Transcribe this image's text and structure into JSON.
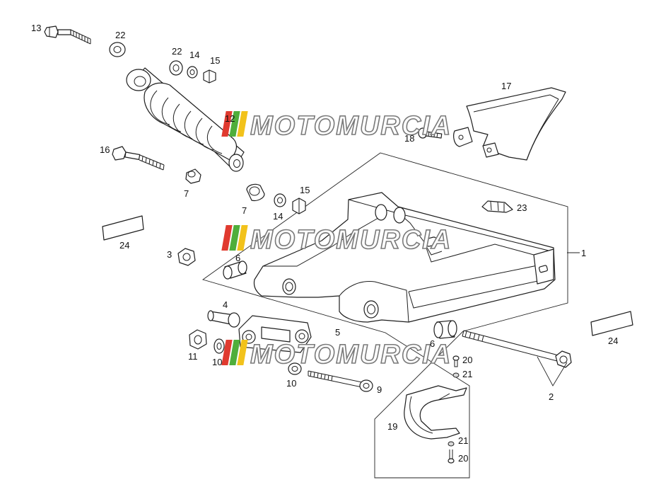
{
  "callouts": [
    {
      "id": "13",
      "text": "13"
    },
    {
      "id": "22a",
      "text": "22"
    },
    {
      "id": "22b",
      "text": "22"
    },
    {
      "id": "14a",
      "text": "14"
    },
    {
      "id": "15a",
      "text": "15"
    },
    {
      "id": "17",
      "text": "17"
    },
    {
      "id": "12",
      "text": "12"
    },
    {
      "id": "18",
      "text": "18"
    },
    {
      "id": "16",
      "text": "16"
    },
    {
      "id": "7a",
      "text": "7"
    },
    {
      "id": "7b",
      "text": "7"
    },
    {
      "id": "14b",
      "text": "14"
    },
    {
      "id": "15b",
      "text": "15"
    },
    {
      "id": "23",
      "text": "23"
    },
    {
      "id": "24a",
      "text": "24"
    },
    {
      "id": "3",
      "text": "3"
    },
    {
      "id": "6a",
      "text": "6"
    },
    {
      "id": "1",
      "text": "1"
    },
    {
      "id": "4",
      "text": "4"
    },
    {
      "id": "5",
      "text": "5"
    },
    {
      "id": "11",
      "text": "11"
    },
    {
      "id": "10a",
      "text": "10"
    },
    {
      "id": "10b",
      "text": "10"
    },
    {
      "id": "6b",
      "text": "6"
    },
    {
      "id": "20a",
      "text": "20"
    },
    {
      "id": "21a",
      "text": "21"
    },
    {
      "id": "24b",
      "text": "24"
    },
    {
      "id": "9",
      "text": "9"
    },
    {
      "id": "2",
      "text": "2"
    },
    {
      "id": "19",
      "text": "19"
    },
    {
      "id": "21b",
      "text": "21"
    },
    {
      "id": "20b",
      "text": "20"
    }
  ],
  "watermark": {
    "text": "MOTOMURCIA",
    "colors": {
      "red": "#e03a2f",
      "green": "#4fae3b",
      "yellow": "#f2c21b"
    }
  }
}
